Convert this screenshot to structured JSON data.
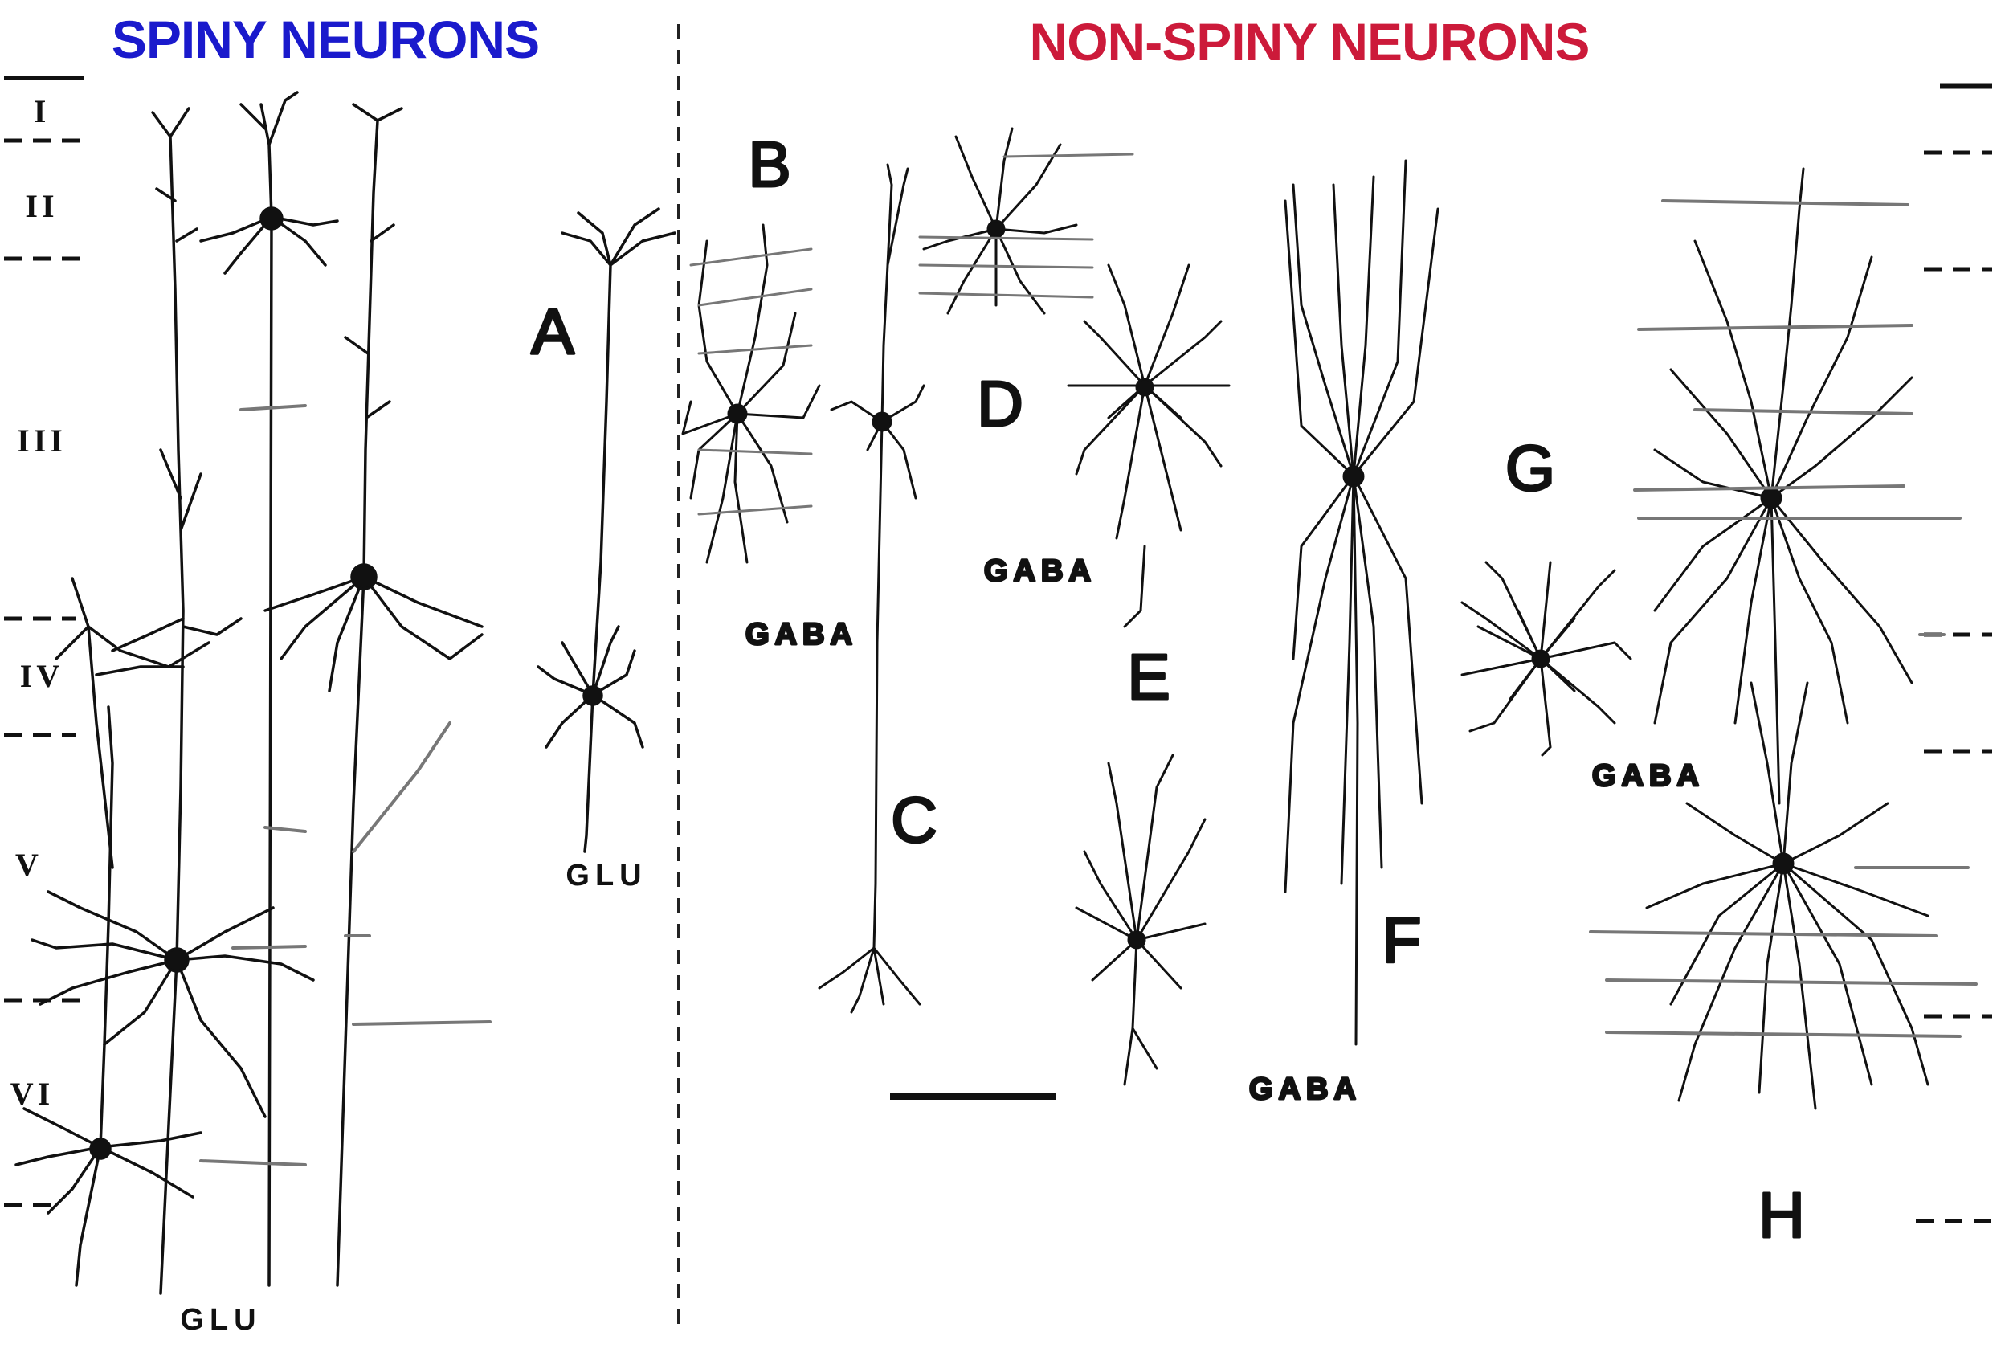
{
  "headings": {
    "spiny": "SPINY NEURONS",
    "non_spiny": "NON-SPINY NEURONS"
  },
  "colors": {
    "spiny_heading": "#1a1acc",
    "non_spiny_heading": "#cc1a3a",
    "ink": "#111111"
  },
  "layers": [
    "I",
    "II",
    "III",
    "IV",
    "V",
    "VI"
  ],
  "cell_letters": {
    "A": "A",
    "B": "B",
    "C": "C",
    "D": "D",
    "E": "E",
    "F": "F",
    "G": "G",
    "H": "H"
  },
  "transmitters": {
    "glu_bottom": "GLU",
    "glu_a": "GLU",
    "gaba_b": "GABA",
    "gaba_d": "GABA",
    "gaba_f": "GABA",
    "gaba_h": "GABA"
  }
}
